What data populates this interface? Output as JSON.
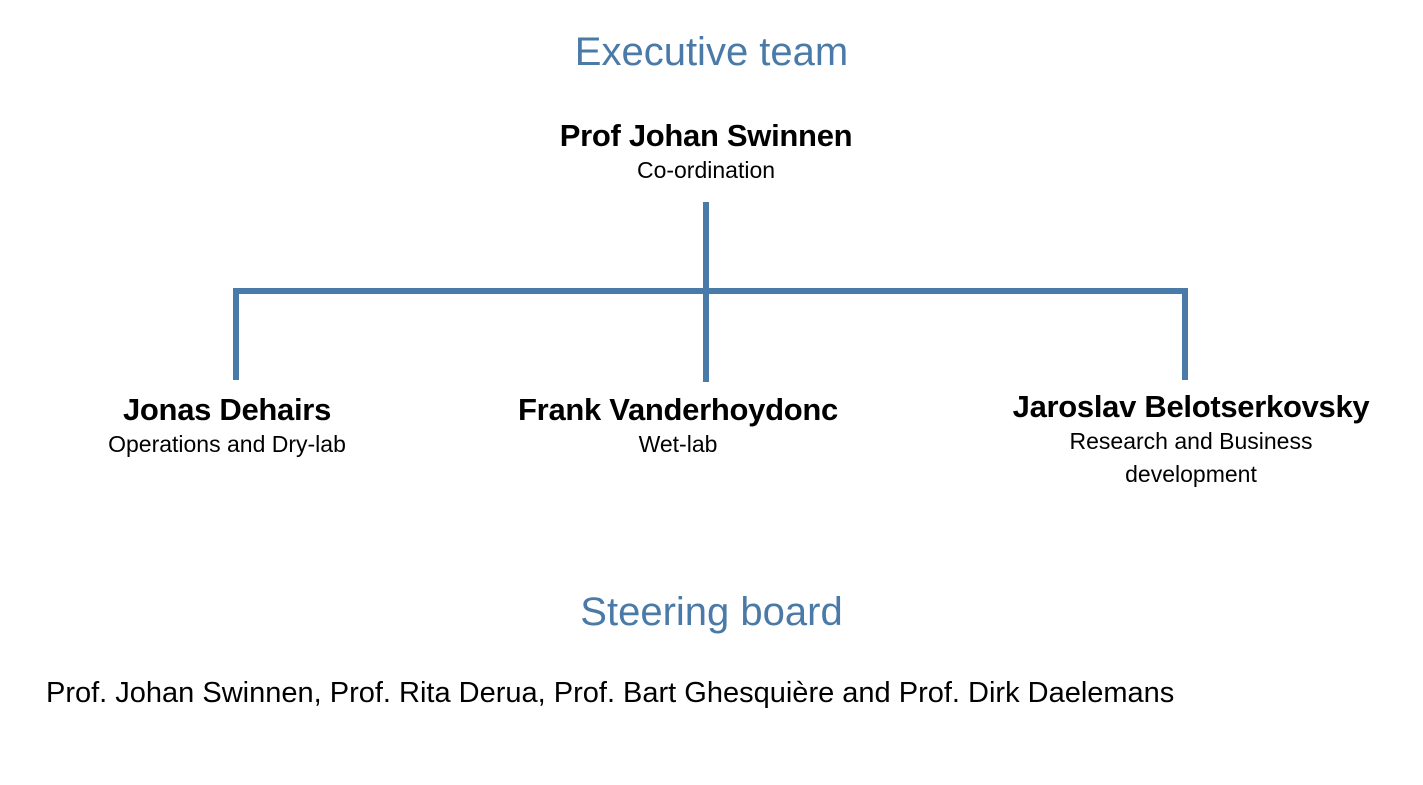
{
  "colors": {
    "accent": "#4a7aa7",
    "text": "#000000",
    "background": "#ffffff"
  },
  "executive": {
    "title": "Executive team",
    "head": {
      "name": "Prof Johan Swinnen",
      "role": "Co-ordination"
    },
    "members": [
      {
        "name": "Jonas Dehairs",
        "role": "Operations and Dry-lab"
      },
      {
        "name": "Frank Vanderhoydonc",
        "role": "Wet-lab"
      },
      {
        "name": "Jaroslav Belotserkovsky",
        "role": "Research and Business development"
      }
    ]
  },
  "steering": {
    "title": "Steering board",
    "members_text": "Prof. Johan Swinnen, Prof. Rita Derua, Prof. Bart Ghesquière and Prof. Dirk Daelemans"
  }
}
